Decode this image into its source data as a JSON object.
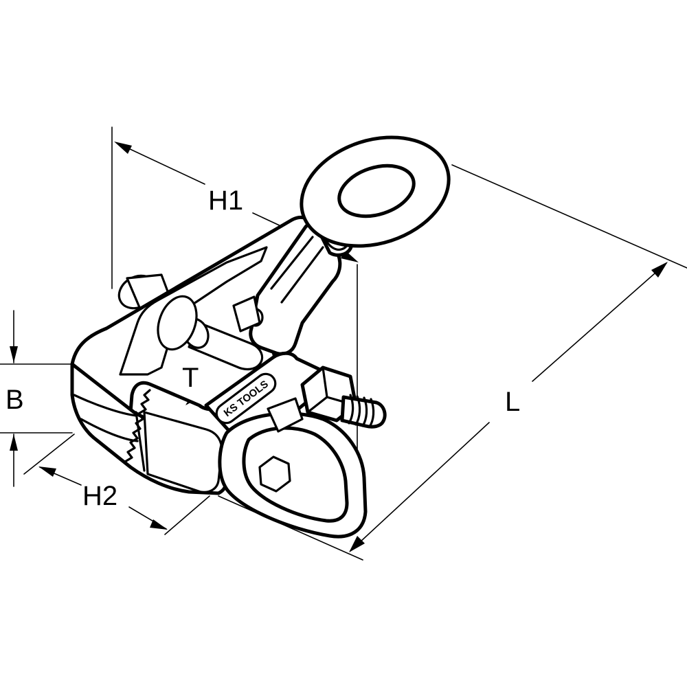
{
  "dimensions": {
    "H1": "H1",
    "H2": "H2",
    "L": "L",
    "B": "B",
    "T": "T"
  },
  "brand": {
    "logo_text": "KS TOOLS"
  }
}
